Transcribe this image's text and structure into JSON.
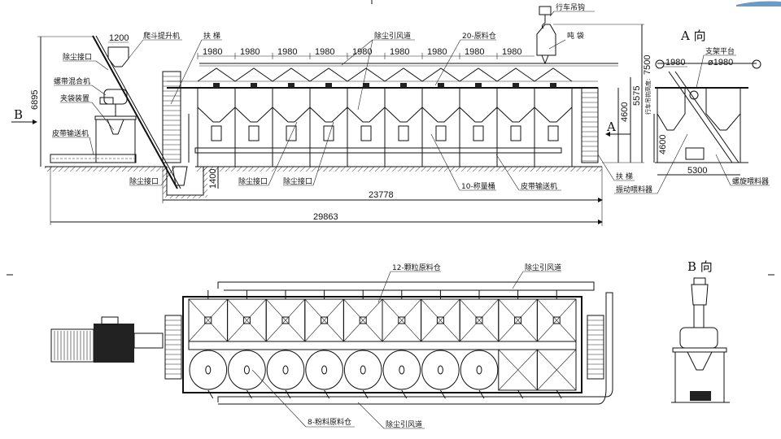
{
  "elevation": {
    "labels": {
      "bucket_elevator": "爬斗提升机",
      "ladder_top": "扶 梯",
      "dust_duct": "除尘引风道",
      "silos_20": "20-原料仓",
      "crane_hook": "行车吊钩",
      "ton_bag": "吨 袋",
      "dust_port_1": "除尘接口",
      "ribbon_mixer": "螺带混合机",
      "bag_clamp": "夹袋装置",
      "belt_conveyor_left": "皮带输送机",
      "dust_port_2": "除尘接口",
      "dust_port_3": "除尘接口",
      "dust_port_4": "除尘接口",
      "weigh_hopper": "10-称量桶",
      "belt_conveyor": "皮带输送机",
      "ladder_right": "扶 梯",
      "hook_height": "行车吊钩高度:",
      "view_b_arrow": "B",
      "view_a_arrow": "A"
    },
    "dimensions": {
      "hopper_width": "1200",
      "pitch": [
        "1980",
        "1980",
        "1980",
        "1980",
        "1980",
        "1980",
        "1980",
        "1980",
        "1980"
      ],
      "height_total": "6895",
      "pit_depth": "1400",
      "length_main": "23778",
      "length_total": "29863",
      "h_4600": "4600",
      "h_5575": "5575",
      "h_7500": "7500"
    }
  },
  "view_a": {
    "title": "A 向",
    "labels": {
      "support_platform": "支架平台",
      "vibrating_feeder": "振动喂料器",
      "screw_feeder": "螺旋喂料器"
    },
    "dimensions": {
      "pitch": "1980",
      "diameter": "ø1980",
      "height": "4600",
      "width": "5300"
    }
  },
  "plan": {
    "labels": {
      "granule_silos": "12-颗粒原料仓",
      "dust_duct_top": "除尘引风道",
      "powder_silos": "8-粉料原料仓",
      "dust_duct_bottom": "除尘引风道"
    },
    "granule_bin_count": 10,
    "powder_round_count": 8,
    "powder_square_count": 2
  },
  "view_b": {
    "title": "B 向"
  },
  "colors": {
    "line": "#111111",
    "logo": "#2a6fb0"
  }
}
